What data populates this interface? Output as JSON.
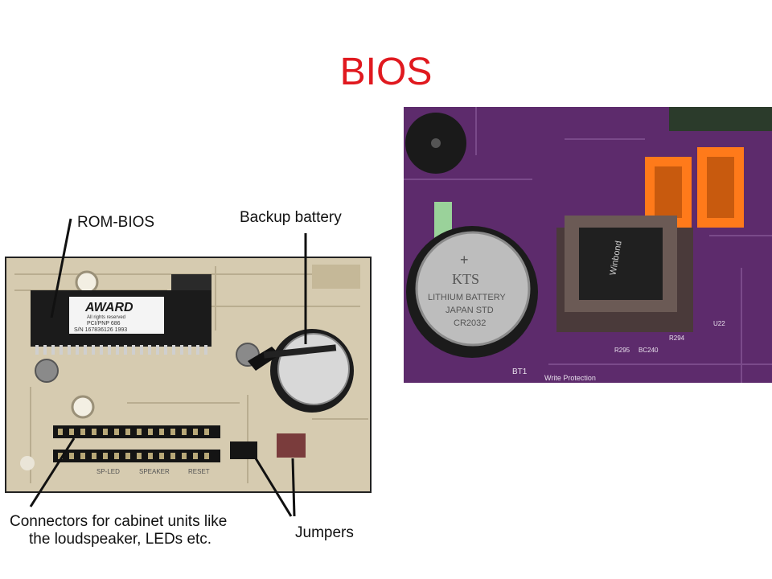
{
  "slide": {
    "title": "BIOS"
  },
  "labels": {
    "rom_bios": "ROM-BIOS",
    "backup_battery": "Backup battery",
    "connectors_line1": "Connectors for cabinet units like",
    "connectors_line2": "the loudspeaker, LEDs etc.",
    "jumpers": "Jumpers"
  },
  "left_photo": {
    "chip_brand": "AWARD",
    "chip_line1": "All rights reserved",
    "chip_line2": "PCI/PNP 686",
    "chip_line3": "S/N 167836126   1993",
    "header_labels": [
      "SP-LED",
      "SPEAKER",
      "RESET"
    ]
  },
  "right_photo": {
    "battery_line1": "KTS",
    "battery_line2": "LITHIUM BATTERY",
    "battery_line3": "JAPAN STD",
    "battery_line4": "CR2032",
    "chip_brand": "Winbond",
    "board_labels": [
      "BT1",
      "Write Protection",
      "R295",
      "BC240",
      "R294",
      "U22"
    ]
  },
  "colors": {
    "title": "#e0191f",
    "board_purple": "#5a2a6a",
    "board_beige": "#d8ccb0",
    "sata_orange": "#ff7a1a"
  }
}
